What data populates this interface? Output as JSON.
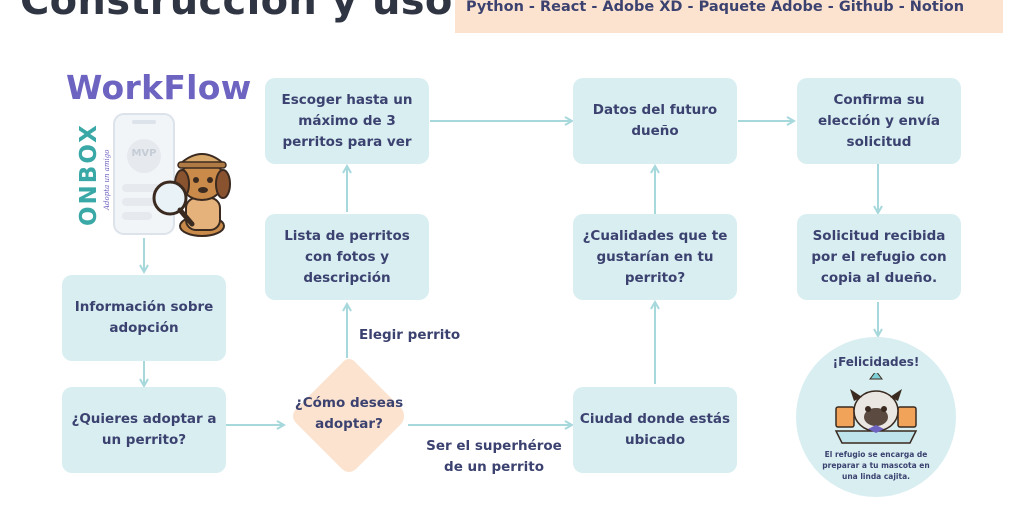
{
  "header": {
    "title": "Construcción y uso",
    "tech_stack": "Python - React - Adobe XD - Paquete Adobe - Github - Notion"
  },
  "logo": {
    "title": "WorkFlow",
    "brand": "ONBOX",
    "tagline": "Adopta un amigo",
    "phone_badge": "MVP"
  },
  "nodes": {
    "info": "Información sobre adopción",
    "quiere": "¿Quieres adoptar a un perrito?",
    "como": "¿Cómo deseas adoptar?",
    "lista": "Lista de perritos con fotos y descripción",
    "escoger": "Escoger hasta un máximo de 3 perritos para ver",
    "datos": "Datos del futuro dueño",
    "cualidades": "¿Cualidades que te gustarían en tu perrito?",
    "ciudad": "Ciudad donde estás ubicado",
    "confirma": "Confirma su elección y envía solicitud",
    "solicitud": "Solicitud recibida por el refugio con copia al dueño."
  },
  "edge_labels": {
    "elegir": "Elegir perrito",
    "superheroe": "Ser el superhéroe de un perrito"
  },
  "final": {
    "title": "¡Felicidades!",
    "body": "El refugio se encarga de preparar a tu mascota en una linda cajita."
  },
  "colors": {
    "node_fill": "#d8eef1",
    "diamond_fill": "#fce3cf",
    "arrow": "#a6d8dc",
    "text": "#3c4270",
    "accent_purple": "#6d63c1",
    "brand_teal": "#3aa8a6"
  }
}
